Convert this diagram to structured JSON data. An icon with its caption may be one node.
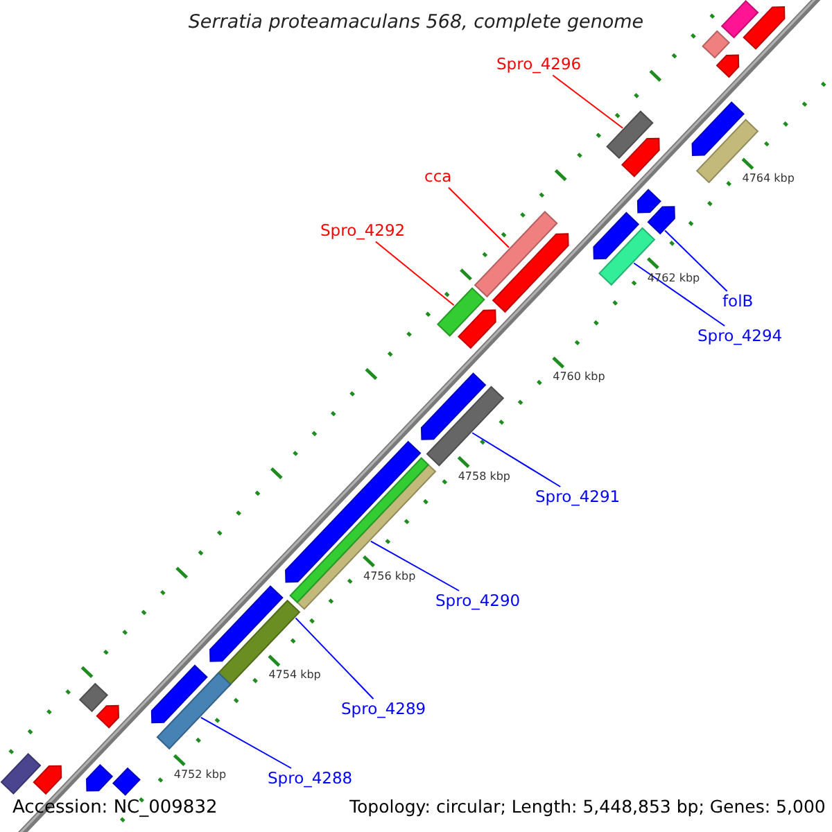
{
  "diagram": {
    "title": "Serratia proteamaculans 568, complete genome",
    "nodes": [
      {
        "text": [
          "Spro_4296"
        ]
      },
      {
        "text": [],
        "shape": "box"
      },
      {
        "text": [
          "cca"
        ]
      },
      {
        "text": [],
        "shape": "bar"
      },
      {
        "text": [
          "Spro_4292"
        ]
      },
      {
        "text": [],
        "shape": "box"
      },
      {
        "text": [
          "folB"
        ]
      },
      {
        "text": [],
        "shape": "arrow"
      },
      {
        "text": [
          "Spro_4294"
        ]
      },
      {
        "text": [],
        "shape": "bar"
      },
      {
        "text": [
          "Spro_4291"
        ]
      },
      {
        "text": [],
        "shape": "bar"
      },
      {
        "text": [
          "Spro_4290"
        ]
      },
      {
        "text": [],
        "shape": "bar"
      },
      {
        "text": [
          "Spro_4289"
        ]
      },
      {
        "text": [],
        "shape": "bar"
      },
      {
        "text": [
          "Spro_4288"
        ]
      },
      {
        "text": [],
        "shape": "bar"
      },
      {
        "text": [],
        "shape": "bar"
      },
      {
        "text": [],
        "shape": "arrow"
      },
      {
        "text": [],
        "shape": "diamond"
      },
      {
        "text": [],
        "shape": "arrow"
      },
      {
        "text": [],
        "shape": "arrow"
      },
      {
        "text": [],
        "shape": "bar"
      },
      {
        "text": [],
        "shape": "arrow"
      },
      {
        "text": [],
        "shape": "arrow"
      },
      {
        "text": [],
        "shape": "arrow"
      },
      {
        "text": [],
        "shape": "arrow"
      },
      {
        "text": [],
        "shape": "arrow"
      },
      {
        "text": [],
        "shape": "arrow"
      },
      {
        "text": [],
        "shape": "arrow"
      },
      {
        "text": [],
        "shape": "bar"
      },
      {
        "text": [],
        "shape": "arrow"
      },
      {
        "text": [],
        "shape": "arrow"
      },
      {
        "text": [],
        "shape": "diamond"
      },
      {
        "text": [],
        "shape": "arrow"
      },
      {
        "text": [],
        "shape": "bar"
      },
      {
        "text": [],
        "shape": "arrow"
      },
      {
        "text": [],
        "shape": "bar"
      },
      {
        "text": [],
        "shape": "arrow"
      }
    ],
    "edges": [
      {
        "from": 0,
        "to": 1,
        "arrow": "none",
        "color": "#ff0000"
      },
      {
        "from": 2,
        "to": 3,
        "arrow": "none",
        "color": "#ff0000"
      },
      {
        "from": 4,
        "to": 5,
        "arrow": "none",
        "color": "#ff0000"
      },
      {
        "from": 6,
        "to": 7,
        "arrow": "none"
      },
      {
        "from": 8,
        "to": 9,
        "arrow": "none"
      },
      {
        "from": 10,
        "to": 11,
        "arrow": "none"
      },
      {
        "from": 12,
        "to": 13,
        "arrow": "none"
      },
      {
        "from": 14,
        "to": 15,
        "arrow": "none"
      },
      {
        "from": 16,
        "to": 17,
        "arrow": "none"
      }
    ],
    "labels": [
      "4764 kbp",
      "4762 kbp",
      "4760 kbp",
      "4758 kbp",
      "4756 kbp",
      "4754 kbp",
      "4752 kbp",
      "Accession: NC_009832",
      "Topology: circular; Length: 5,448,853 bp; Genes: 5,000"
    ]
  }
}
